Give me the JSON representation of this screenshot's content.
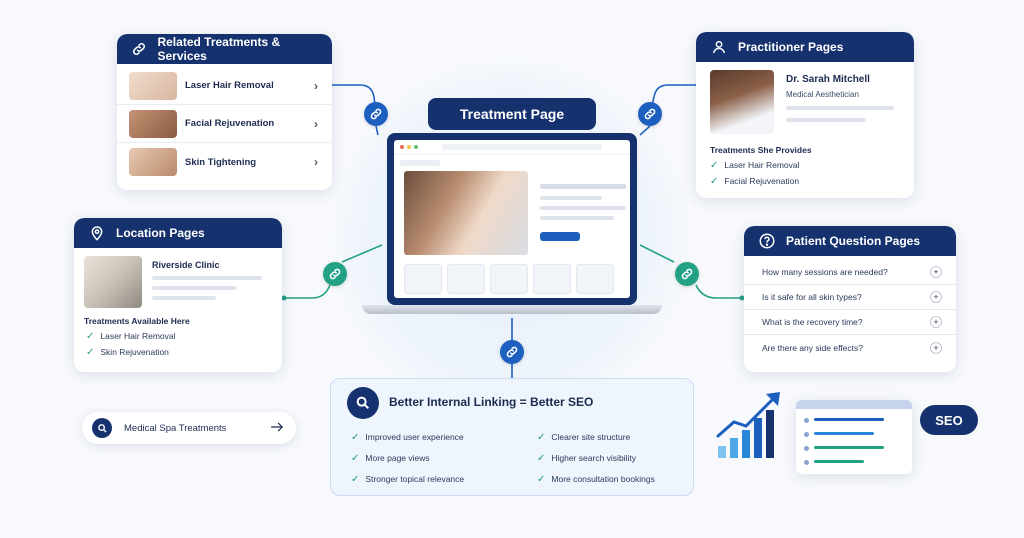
{
  "related": {
    "title": "Related Treatments & Services",
    "items": [
      {
        "label": "Laser Hair Removal"
      },
      {
        "label": "Facial Rejuvenation"
      },
      {
        "label": "Skin Tightening"
      }
    ]
  },
  "treatment_page": {
    "title": "Treatment Page"
  },
  "practitioner": {
    "title": "Practitioner Pages",
    "name": "Dr. Sarah Mitchell",
    "role": "Medical Aesthetician",
    "treatments_heading": "Treatments She Provides",
    "treatments": [
      "Laser Hair Removal",
      "Facial Rejuvenation"
    ]
  },
  "location": {
    "title": "Location Pages",
    "clinic": "Riverside Clinic",
    "treatments_heading": "Treatments Available Here",
    "treatments": [
      "Laser Hair Removal",
      "Skin Rejuvenation"
    ]
  },
  "questions": {
    "title": "Patient Question Pages",
    "items": [
      "How many sessions are needed?",
      "Is it safe for all skin types?",
      "What is the recovery time?",
      "Are there any side effects?"
    ]
  },
  "benefits": {
    "title": "Better Internal Linking = Better SEO",
    "items": [
      "Improved user experience",
      "Clearer site structure",
      "More page views",
      "Higher search visibility",
      "Stronger topical relevance",
      "More consultation bookings"
    ]
  },
  "search": {
    "label": "Medical Spa Treatments"
  },
  "seo_badge": {
    "label": "SEO"
  },
  "colors": {
    "navy": "#15316e",
    "blue": "#1d5fbf",
    "teal": "#22a184"
  }
}
